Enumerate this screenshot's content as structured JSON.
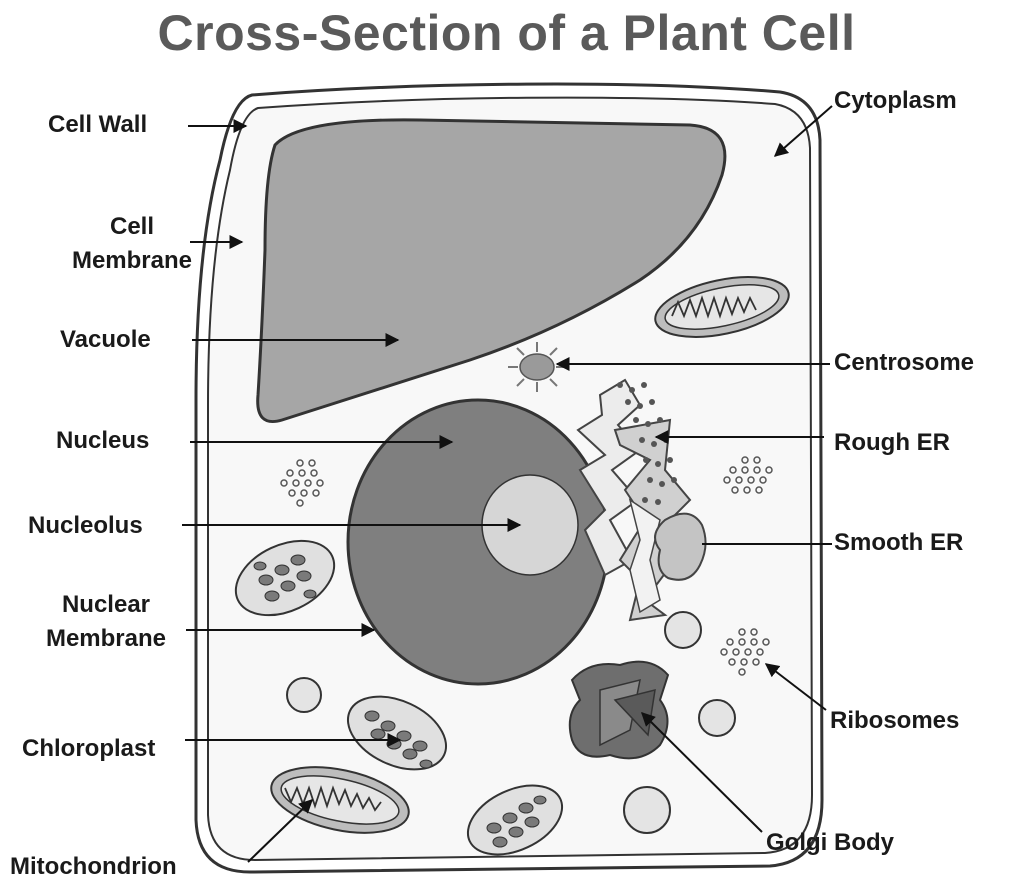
{
  "title": "Cross-Section of a Plant Cell",
  "labels": {
    "cell_wall": "Cell Wall",
    "cell_membrane_1": "Cell",
    "cell_membrane_2": "Membrane",
    "vacuole": "Vacuole",
    "nucleus": "Nucleus",
    "nucleolus": "Nucleolus",
    "nuclear_membrane_1": "Nuclear",
    "nuclear_membrane_2": "Membrane",
    "chloroplast": "Chloroplast",
    "mitochondrion": "Mitochondrion",
    "cytoplasm": "Cytoplasm",
    "centrosome": "Centrosome",
    "rough_er": "Rough ER",
    "smooth_er": "Smooth ER",
    "ribosomes": "Ribosomes",
    "golgi_body": "Golgi Body"
  },
  "colors": {
    "title": "#5a5a5a",
    "outline": "#333333",
    "cell_fill": "#f8f8f8",
    "vacuole": "#a6a6a6",
    "nucleus": "#7f7f7f",
    "nucleolus": "#d6d6d6",
    "organelle_light": "#d9d9d9",
    "organelle_mid": "#8c8c8c",
    "golgi": "#6e6e6e",
    "centrosome": "#9a9a9a"
  }
}
